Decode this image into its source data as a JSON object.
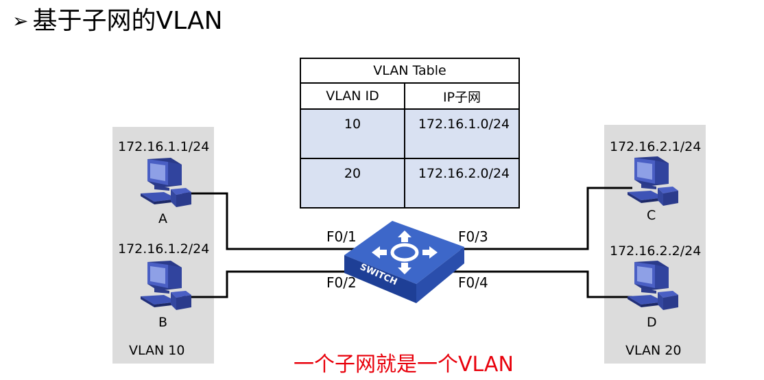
{
  "title": "基于子网的VLAN",
  "title_bullet": "➢",
  "vlan_table": {
    "title": "VLAN Table",
    "headers": [
      "VLAN ID",
      "IP子网"
    ],
    "rows": [
      {
        "vlan_id": "10",
        "subnet": "172.16.1.0/24"
      },
      {
        "vlan_id": "20",
        "subnet": "172.16.2.0/24"
      }
    ]
  },
  "hosts": {
    "a": {
      "ip": "172.16.1.1/24",
      "name": "A"
    },
    "b": {
      "ip": "172.16.1.2/24",
      "name": "B"
    },
    "c": {
      "ip": "172.16.2.1/24",
      "name": "C"
    },
    "d": {
      "ip": "172.16.2.2/24",
      "name": "D"
    }
  },
  "groups": {
    "left": {
      "label": "VLAN 10"
    },
    "right": {
      "label": "VLAN 20"
    }
  },
  "switch": {
    "label": "SWITCH",
    "ports": {
      "p1": "F0/1",
      "p2": "F0/2",
      "p3": "F0/3",
      "p4": "F0/4"
    }
  },
  "slogan": "一个子网就是一个VLAN",
  "colors": {
    "group_bg": "#dcdcdc",
    "table_data_bg": "#d9e1f2",
    "switch_blue": "#2c4fa8",
    "pc_blue": "#3a4fb0",
    "slogan_red": "#e8000b"
  }
}
